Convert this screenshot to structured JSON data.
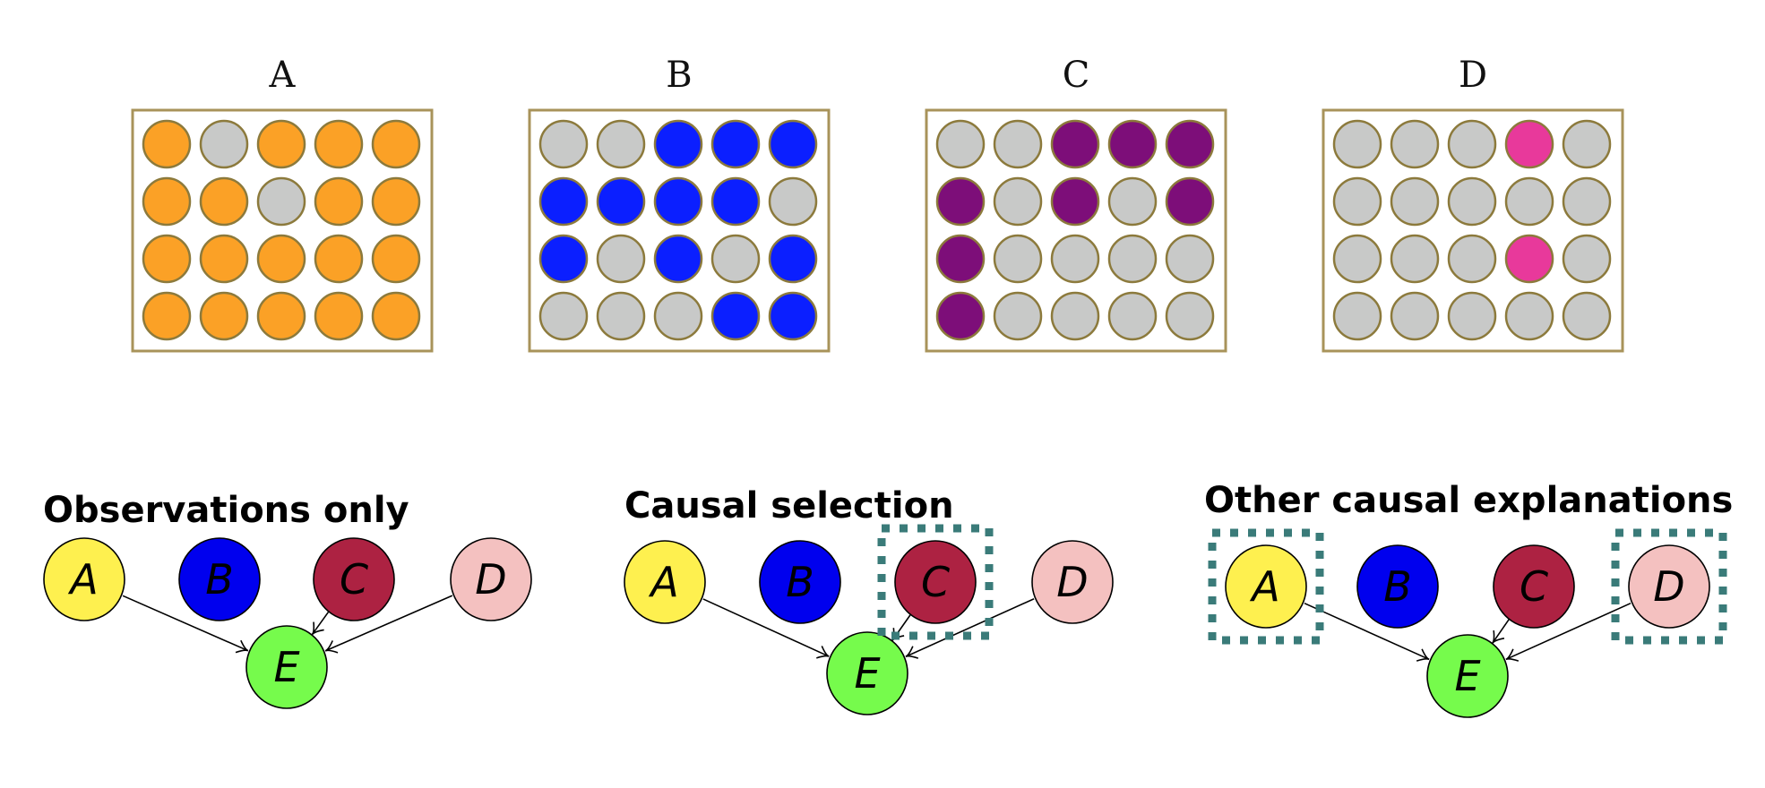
{
  "colors": {
    "grid_border": "#a8935a",
    "dot_stroke": "#8c7a3c",
    "empty": "#c8c9c8",
    "highlight_box": "#3a7b79",
    "edge": "#000000"
  },
  "grids": [
    {
      "label": "A",
      "fill": "#fba126",
      "cells": [
        [
          1,
          0,
          1,
          1,
          1
        ],
        [
          1,
          1,
          0,
          1,
          1
        ],
        [
          1,
          1,
          1,
          1,
          1
        ],
        [
          1,
          1,
          1,
          1,
          1
        ]
      ]
    },
    {
      "label": "B",
      "fill": "#0b1fff",
      "cells": [
        [
          0,
          0,
          1,
          1,
          1
        ],
        [
          1,
          1,
          1,
          1,
          0
        ],
        [
          1,
          0,
          1,
          0,
          1
        ],
        [
          0,
          0,
          0,
          1,
          1
        ]
      ]
    },
    {
      "label": "C",
      "fill": "#7d0e79",
      "cells": [
        [
          0,
          0,
          1,
          1,
          1
        ],
        [
          1,
          0,
          1,
          0,
          1
        ],
        [
          1,
          0,
          0,
          0,
          0
        ],
        [
          1,
          0,
          0,
          0,
          0
        ]
      ]
    },
    {
      "label": "D",
      "fill": "#e8399b",
      "cells": [
        [
          0,
          0,
          0,
          1,
          0
        ],
        [
          0,
          0,
          0,
          0,
          0
        ],
        [
          0,
          0,
          0,
          1,
          0
        ],
        [
          0,
          0,
          0,
          0,
          0
        ]
      ]
    }
  ],
  "node_colors": {
    "A": "#fef04f",
    "B": "#0000ee",
    "C": "#ad2242",
    "D": "#f4c1c0",
    "E": "#76fb4c"
  },
  "node_labels": {
    "A": "A",
    "B": "B",
    "C": "C",
    "D": "D",
    "E": "E"
  },
  "edges": [
    [
      "A",
      "E"
    ],
    [
      "C",
      "E"
    ],
    [
      "D",
      "E"
    ]
  ],
  "diagrams": [
    {
      "title": "Observations only",
      "highlighted": []
    },
    {
      "title": "Causal selection",
      "highlighted": [
        "C"
      ]
    },
    {
      "title": "Other causal explanations",
      "highlighted": [
        "A",
        "D"
      ]
    }
  ]
}
